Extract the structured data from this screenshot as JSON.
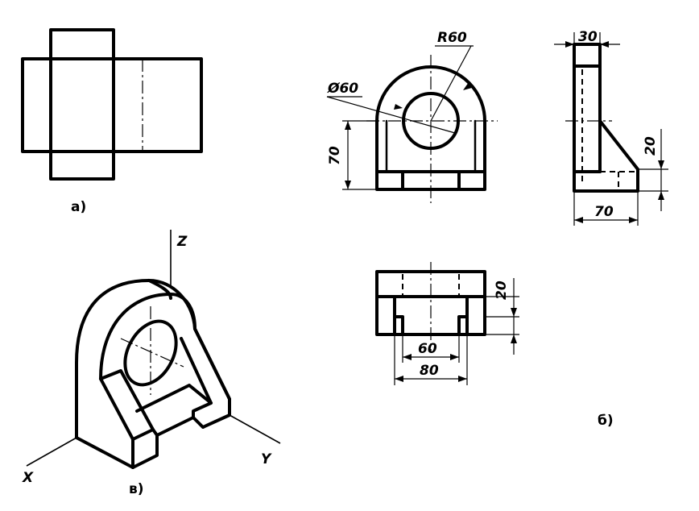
{
  "labels": {
    "a": "а)",
    "b": "б)",
    "v": "в)"
  },
  "dimensions": {
    "r60": "R60",
    "d60": "Ø60",
    "h70": "70",
    "w30": "30",
    "h20_side": "20",
    "w70": "70",
    "h20_top": "20",
    "w60": "60",
    "w80": "80"
  },
  "axes": {
    "x": "X",
    "y": "Y",
    "z": "Z"
  }
}
